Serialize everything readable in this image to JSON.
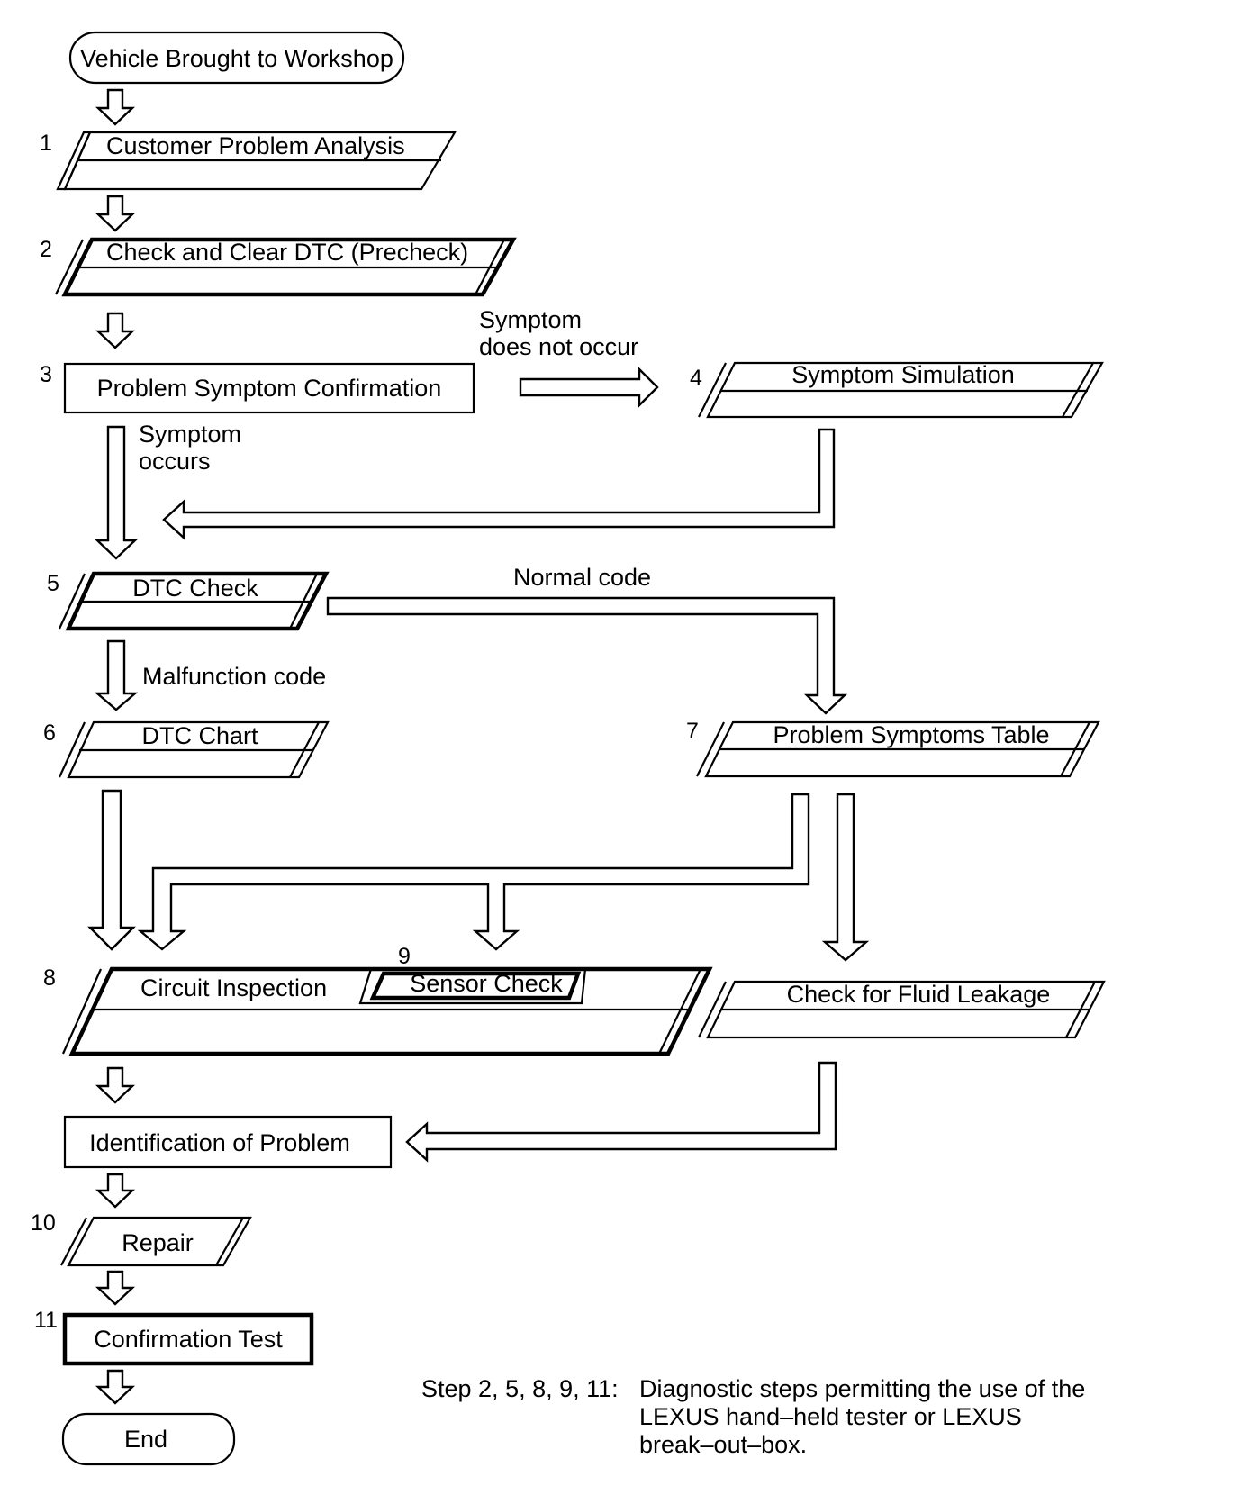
{
  "nodes": {
    "start": {
      "label": "Vehicle Brought to Workshop"
    },
    "step1": {
      "number": "1",
      "label": "Customer Problem Analysis"
    },
    "step2": {
      "number": "2",
      "label": "Check and Clear DTC (Precheck)"
    },
    "step3": {
      "number": "3",
      "label": "Problem Symptom Confirmation"
    },
    "step4": {
      "number": "4",
      "label": "Symptom Simulation"
    },
    "step5": {
      "number": "5",
      "label": "DTC Check"
    },
    "step6": {
      "number": "6",
      "label": "DTC Chart"
    },
    "step7": {
      "number": "7",
      "label": "Problem Symptoms Table"
    },
    "step8": {
      "number": "8",
      "label": "Circuit Inspection"
    },
    "step9": {
      "number": "9",
      "label": "Sensor Check"
    },
    "fluid": {
      "label": "Check for Fluid Leakage"
    },
    "identify": {
      "label": "Identification of Problem"
    },
    "step10": {
      "number": "10",
      "label": "Repair"
    },
    "step11": {
      "number": "11",
      "label": "Confirmation Test"
    },
    "end": {
      "label": "End"
    }
  },
  "edge_labels": {
    "symptom_not_occur_line1": "Symptom",
    "symptom_not_occur_line2": "does not occur",
    "symptom_occurs_line1": "Symptom",
    "symptom_occurs_line2": "occurs",
    "normal_code": "Normal code",
    "malfunction_code": "Malfunction code"
  },
  "footnote": {
    "prefix": "Step 2, 5, 8, 9, 11:",
    "line1": "Diagnostic steps permitting the use of the",
    "line2": "LEXUS hand–held tester or LEXUS",
    "line3": "break–out–box."
  }
}
